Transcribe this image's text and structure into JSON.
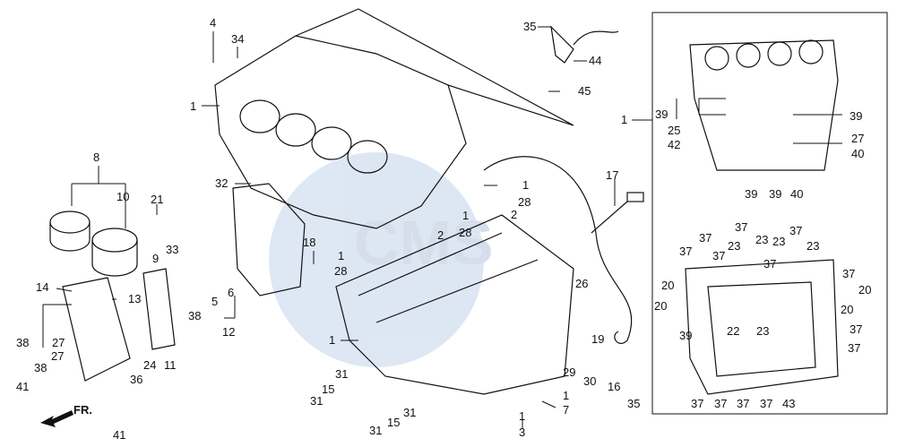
{
  "diagram": {
    "watermark": "CMS",
    "direction_label": "FR.",
    "callouts": {
      "c1": "1",
      "c2": "2",
      "c4": "4",
      "c5": "5",
      "c6": "6",
      "c7": "7",
      "c8": "8",
      "c9": "9",
      "c10": "10",
      "c11": "11",
      "c12": "12",
      "c13": "13",
      "c14": "14",
      "c15": "15",
      "c16": "16",
      "c17": "17",
      "c18": "18",
      "c19": "19",
      "c20": "20",
      "c21": "21",
      "c22": "22",
      "c23": "23",
      "c24": "24",
      "c25": "25",
      "c26": "26",
      "c27": "27",
      "c28": "28",
      "c29": "29",
      "c30": "30",
      "c31": "31",
      "c32": "32",
      "c33": "33",
      "c34": "34",
      "c35": "35",
      "c36": "36",
      "c37": "37",
      "c38": "38",
      "c39": "39",
      "c40": "40",
      "c41": "41",
      "c42": "42",
      "c43": "43",
      "c44": "44",
      "c45": "45",
      "c3": "3"
    }
  }
}
